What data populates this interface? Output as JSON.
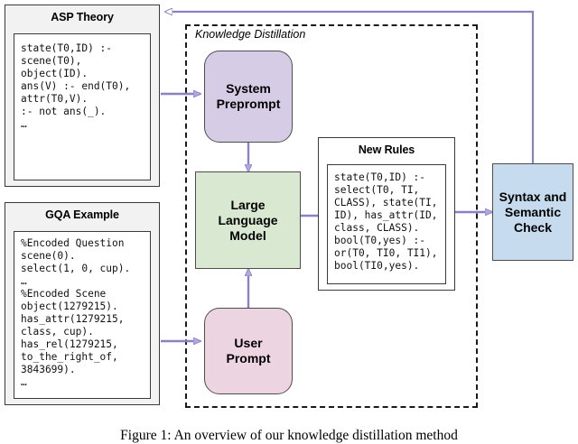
{
  "figure": {
    "caption": "Figure 1: An overview of our knowledge distillation method",
    "region_label": "Knowledge Distillation"
  },
  "panels": {
    "asp_theory": {
      "title": "ASP Theory",
      "code": "state(T0,ID) :-\nscene(T0),\nobject(ID).\nans(V) :- end(T0),\nattr(T0,V).\n:- not ans(_).\n…"
    },
    "gqa_example": {
      "title": "GQA Example",
      "code": "%Encoded Question\nscene(0).\nselect(1, 0, cup).\n…\n%Encoded Scene\nobject(1279215).\nhas_attr(1279215,\nclass, cup).\nhas_rel(1279215,\nto_the_right_of,\n3843699).\n…"
    },
    "new_rules": {
      "title": "New Rules",
      "code": "state(T0,ID) :-\nselect(T0, TI,\nCLASS), state(TI,\nID), has_attr(ID,\nclass, CLASS).\nbool(T0,yes) :-\nor(T0, TI0, TI1),\nbool(TI0,yes)."
    }
  },
  "nodes": {
    "system_preprompt": {
      "label": "System\nPreprompt",
      "color": "#d6cce6",
      "shape": "rounded"
    },
    "large_language_model": {
      "label": "Large\nLanguage\nModel",
      "color": "#d9e8d0",
      "shape": "rect"
    },
    "user_prompt": {
      "label": "User\nPrompt",
      "color": "#ecd5e0",
      "shape": "rounded"
    },
    "syntax_semantic_check": {
      "label": "Syntax and\nSemantic\nCheck",
      "color": "#c6dcee",
      "shape": "rect"
    }
  },
  "colors": {
    "arrow": "#8b7fc7",
    "panel_fill": "#f2f2f2",
    "panel_border": "#3a3a3a",
    "node_border": "#4d4d4d",
    "dashed_border": "#1a1a1a"
  }
}
